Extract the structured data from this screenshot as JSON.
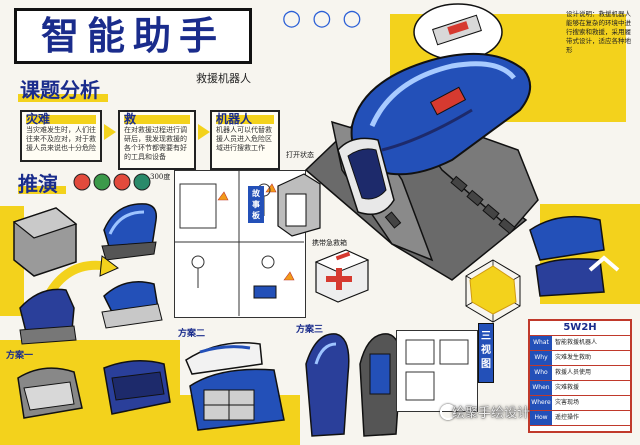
{
  "title": "智能助手",
  "author": "救援机器人",
  "section_analysis": "课题分析",
  "section_derive": "推演",
  "cards": [
    {
      "head": "灾难",
      "body": "当灾难发生时，人们往往来不及应对，对于救援人员来说也十分危险"
    },
    {
      "head": "救",
      "body": "在对救援过程进行调研后，我发现救援的各个环节都需要有好的工具和设备"
    },
    {
      "head": "机器人",
      "body": "机器人可以代替救援人员进入危险区域进行搜救工作"
    }
  ],
  "notes": {
    "top_right": "设计说明：救援机器人能够在复杂的环境中进行搜索和救援，采用履带式设计，适应各种地形",
    "open_label": "打开状态",
    "medkit_label": "携带急救箱",
    "scheme_a": "方案一",
    "scheme_b": "方案二",
    "scheme_c": "方案三",
    "storyboard_tag": "故事板",
    "three_view": "三视图",
    "small_note": "300度"
  },
  "w5": {
    "title": "5W2H",
    "rows": [
      {
        "k": "What",
        "v": "智能救援机器人"
      },
      {
        "k": "Why",
        "v": "灾难发生救助"
      },
      {
        "k": "Who",
        "v": "救援人员使用"
      },
      {
        "k": "When",
        "v": "灾难救援"
      },
      {
        "k": "Where",
        "v": "灾害现场"
      },
      {
        "k": "How",
        "v": "遥控操作"
      }
    ]
  },
  "watermark": "绘聚手绘设计",
  "colors": {
    "blue": "#2350b8",
    "yellow": "#f3d21c",
    "red": "#c0392b",
    "navy": "#1a2c8c"
  }
}
